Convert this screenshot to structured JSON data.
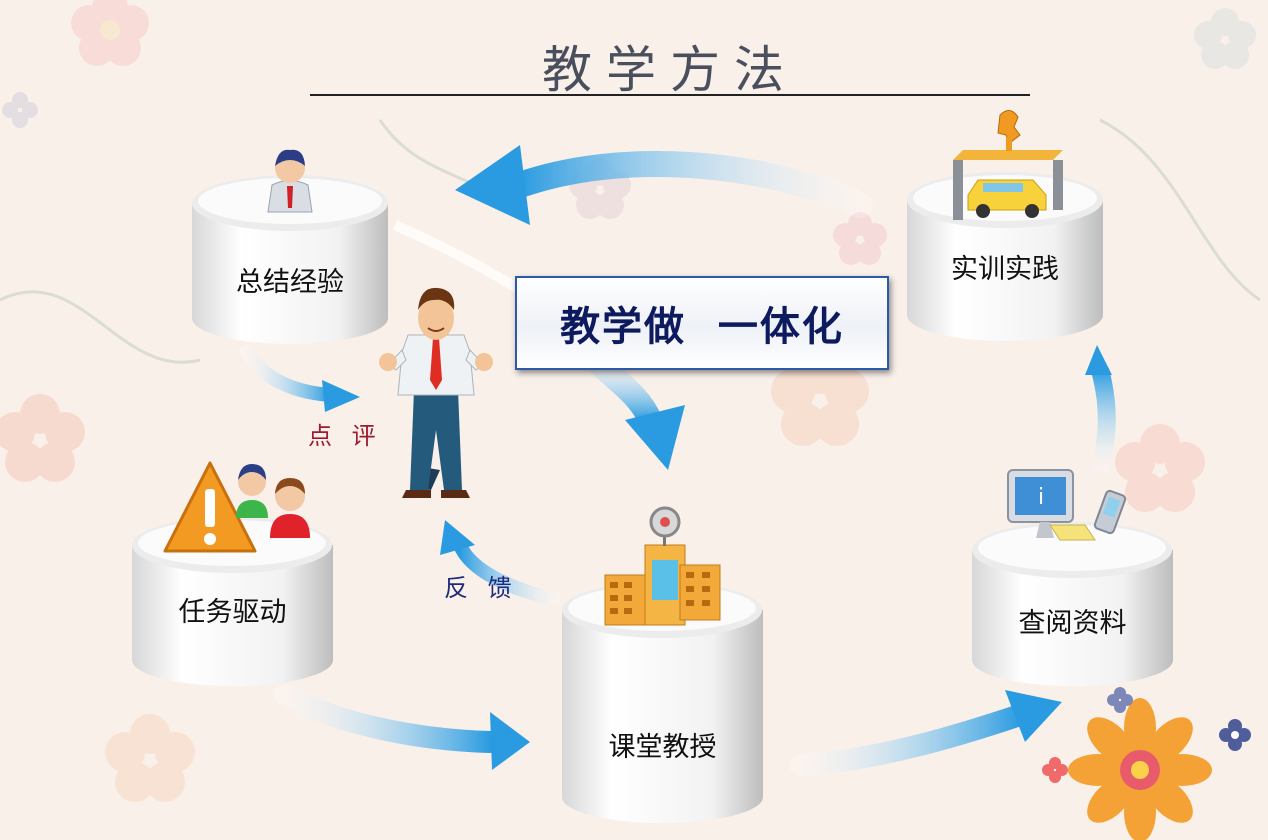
{
  "title": "教学方法",
  "center_label": "教学做  一体化",
  "nodes": {
    "zongjie": "总结经验",
    "shixun": "实训实践",
    "renwu": "任务驱动",
    "ketang": "课堂教授",
    "chayue": "查阅资料"
  },
  "flow_labels": {
    "dianping": "点 评",
    "fankui": "反 馈"
  },
  "colors": {
    "arrow": "#39a9e3",
    "title": "#4a4f5e",
    "center_text": "#0e1a5e",
    "dianping": "#9b1b30",
    "fankui": "#1e2a7a"
  },
  "icons": [
    "person-icon",
    "warning-icon",
    "team-icon",
    "building-icon",
    "computer-icon",
    "car-repair-icon",
    "teacher-figure"
  ]
}
